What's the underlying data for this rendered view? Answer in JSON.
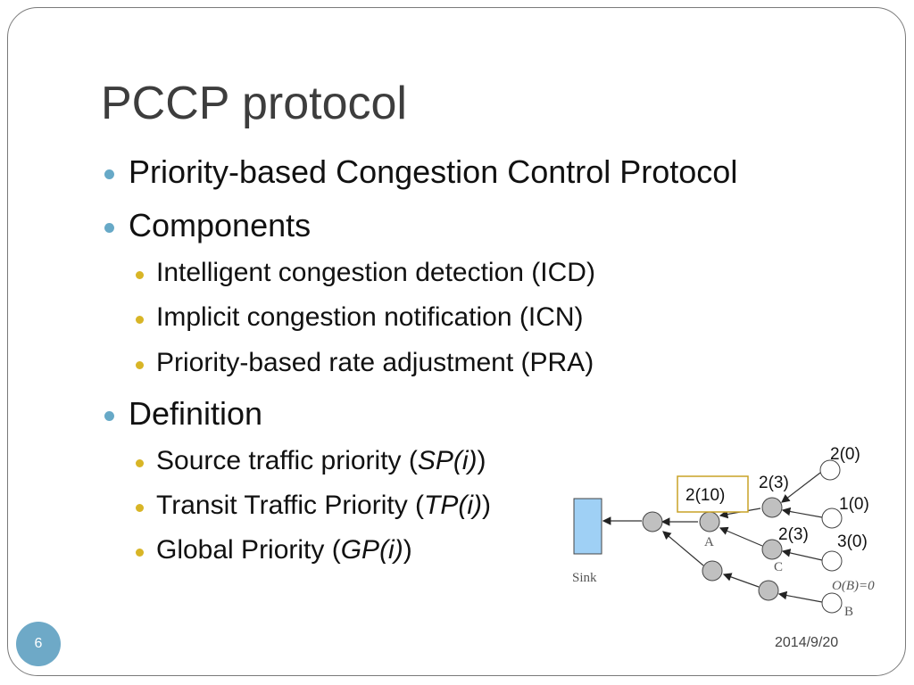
{
  "slide": {
    "title": "PCCP protocol",
    "page_number": "6",
    "date": "2014/9/20"
  },
  "bullets": {
    "b1": "Priority-based Congestion Control Protocol",
    "b2": "Components",
    "b2_items": [
      "Intelligent congestion detection (ICD)",
      "Implicit congestion notification (ICN)",
      "Priority-based rate adjustment (PRA)"
    ],
    "b3": "Definition",
    "b3_items": [
      {
        "prefix": "Source traffic priority (",
        "italic": "SP(i)",
        "suffix": ")"
      },
      {
        "prefix": "Transit Traffic Priority (",
        "italic": "TP(i)",
        "suffix": ")"
      },
      {
        "prefix": "Global Priority (",
        "italic": "GP(i)",
        "suffix": ")"
      }
    ]
  },
  "diagram": {
    "sink_label": "Sink",
    "node_a_label": "A",
    "node_b_label": "B",
    "node_c_label": "C",
    "ob_label": "O(B)=0",
    "boxed_label": "2(10)",
    "labels": [
      "2(0)",
      "2(3)",
      "1(0)",
      "2(3)",
      "3(0)"
    ],
    "colors": {
      "sink_fill": "#9fd0f5",
      "node_fill": "#c0c0c0",
      "box_border": "#c9a227"
    }
  },
  "colors": {
    "bullet_l1": "#67a9c7",
    "bullet_l2": "#d8b526",
    "page_badge": "#6ea9c7"
  }
}
